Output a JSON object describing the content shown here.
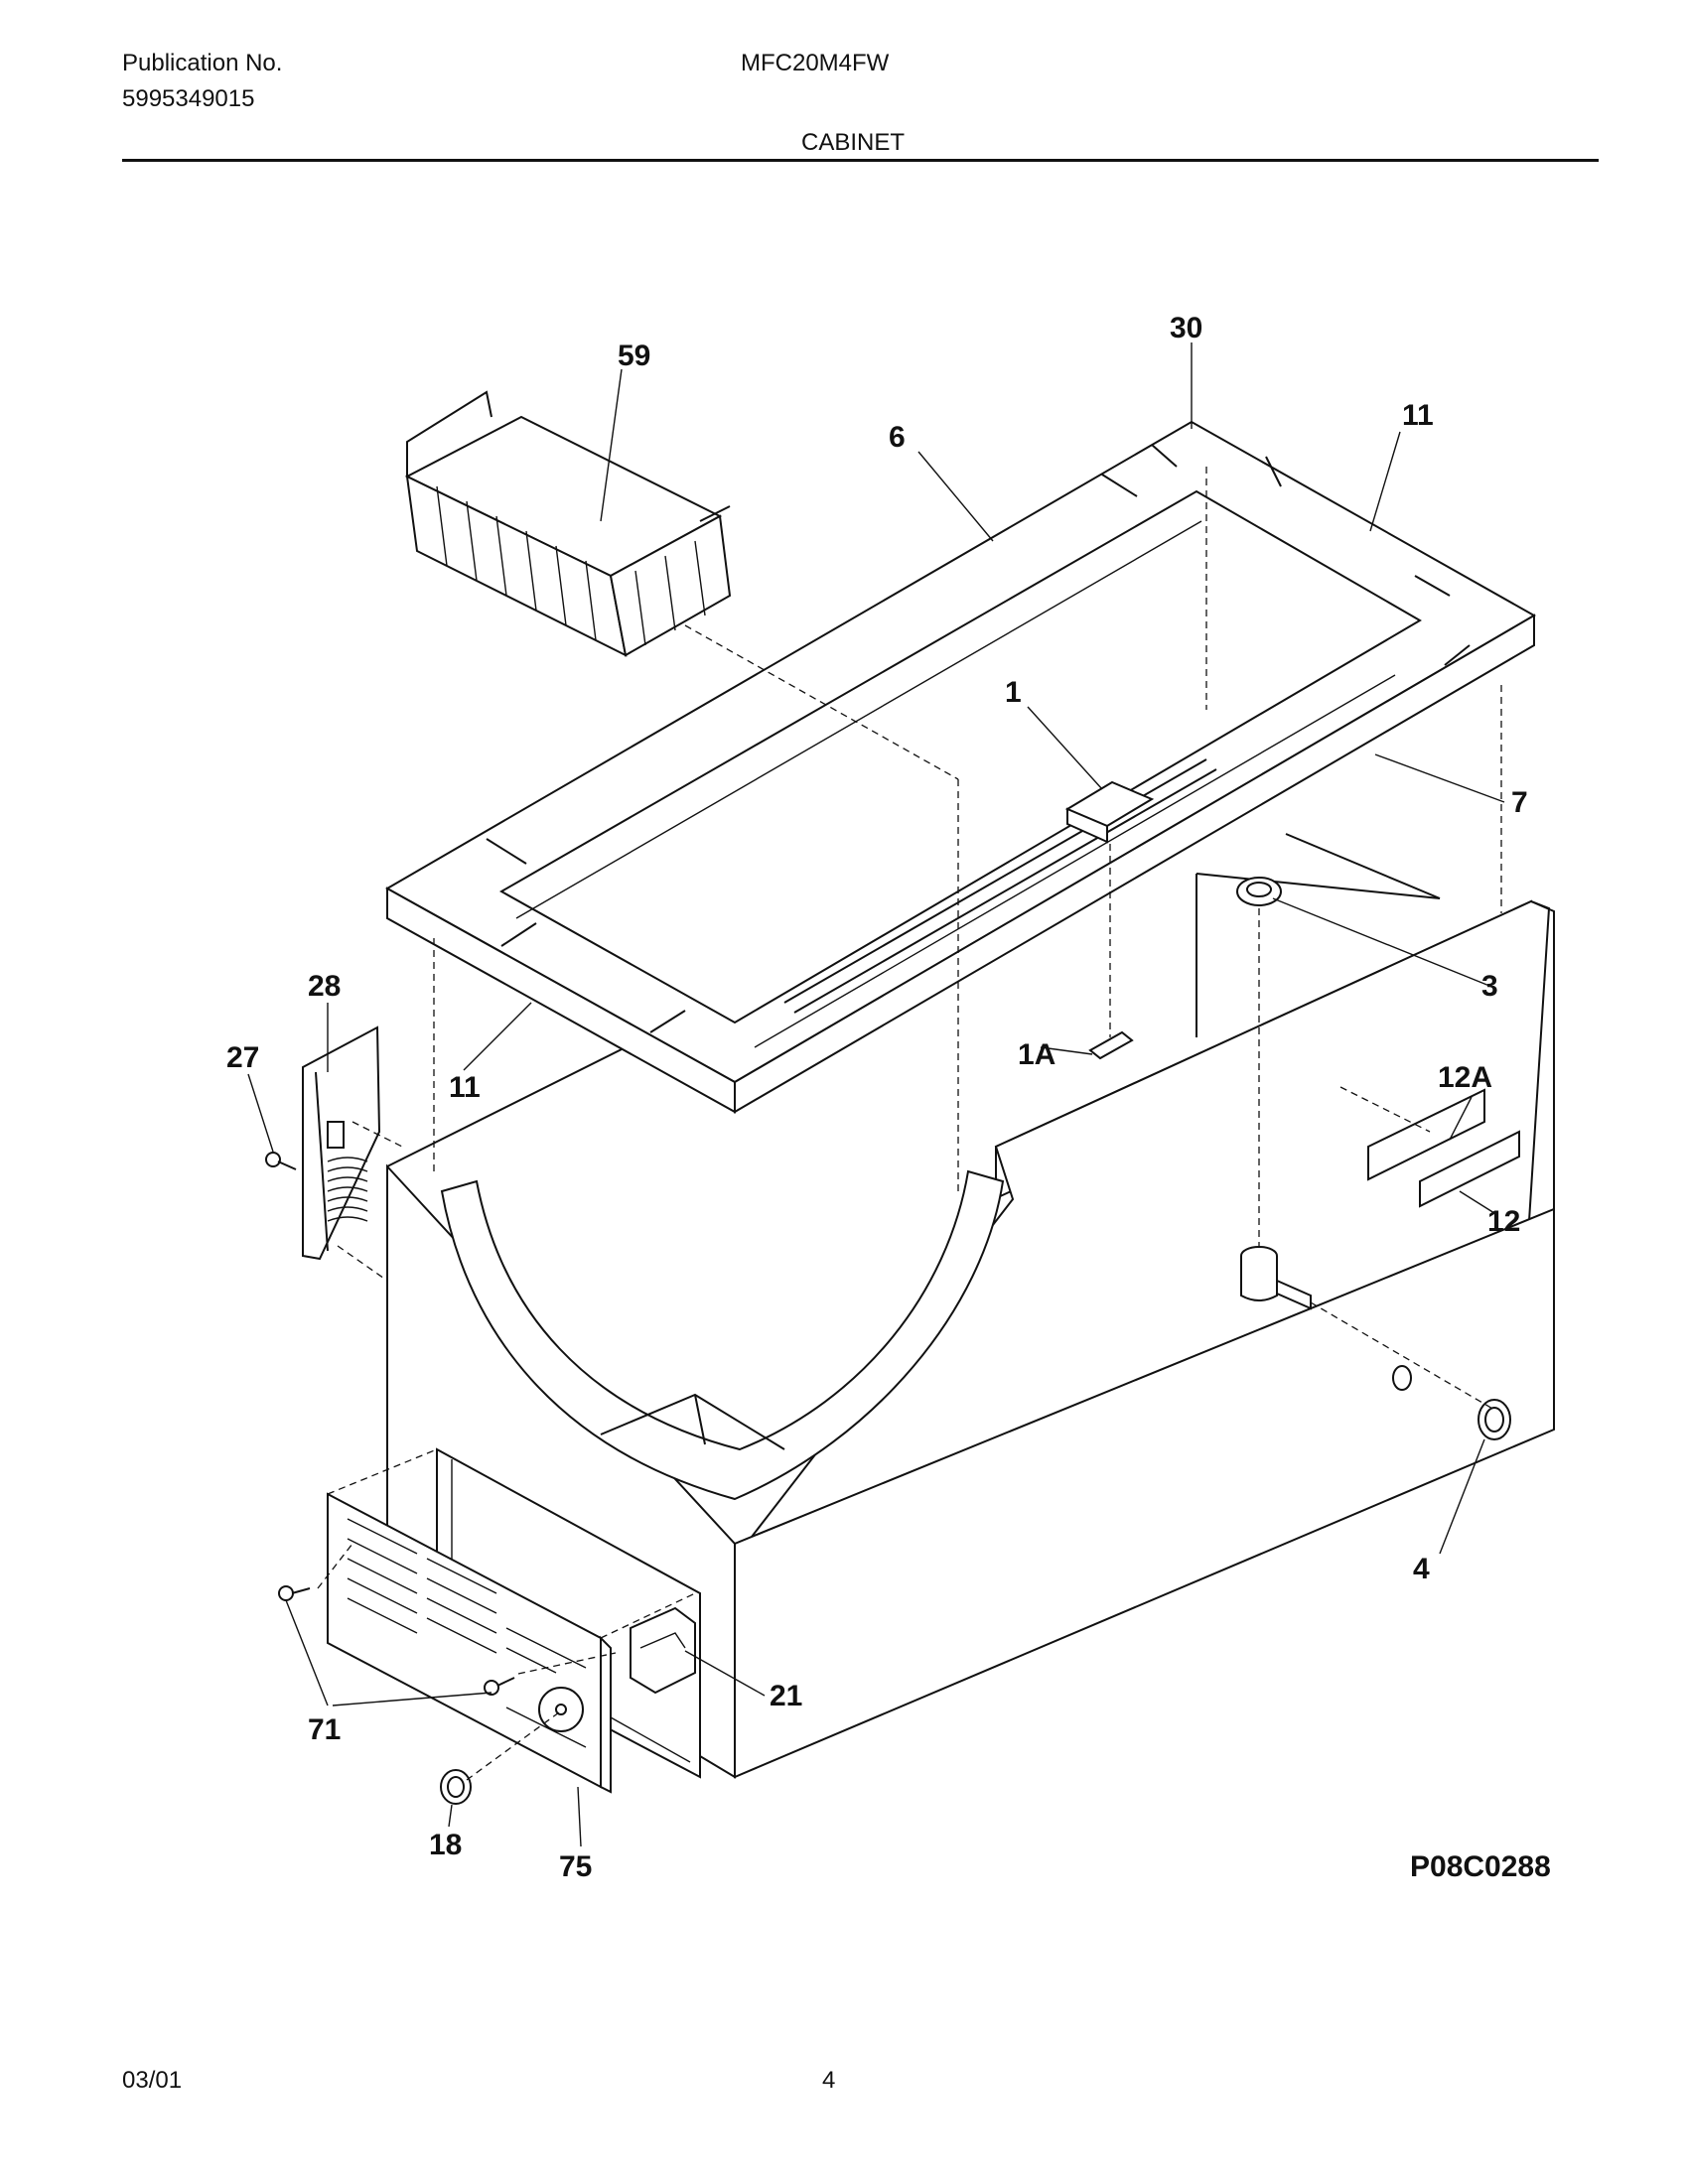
{
  "header": {
    "publication_label": "Publication No.",
    "publication_number": "5995349015",
    "model": "MFC20M4FW",
    "section_title": "CABINET"
  },
  "diagram": {
    "figure_code": "P08C0288",
    "callouts": {
      "c59": "59",
      "c30": "30",
      "c6": "6",
      "c11_top": "11",
      "c1": "1",
      "c7": "7",
      "c3": "3",
      "c28": "28",
      "c27": "27",
      "c11_left": "11",
      "c1A": "1A",
      "c12A": "12A",
      "c12": "12",
      "c4": "4",
      "c21": "21",
      "c71": "71",
      "c18": "18",
      "c75": "75"
    }
  },
  "footer": {
    "date": "03/01",
    "page": "4"
  }
}
